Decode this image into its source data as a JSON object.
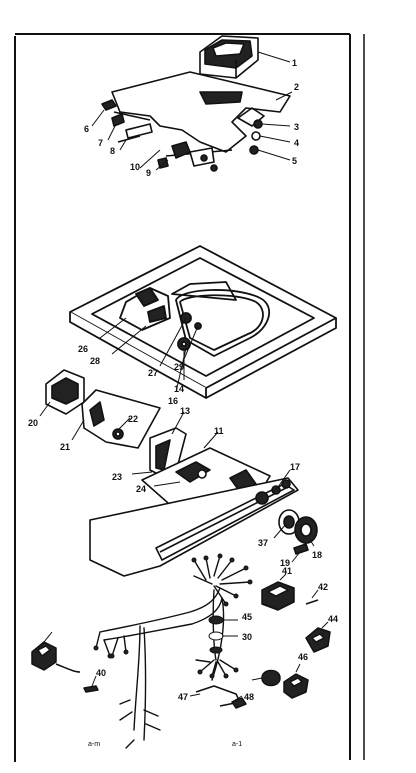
{
  "diagram": {
    "callouts": [
      "1",
      "2",
      "3",
      "4",
      "5",
      "6",
      "7",
      "8",
      "9",
      "10",
      "11",
      "13",
      "14",
      "16",
      "17",
      "18",
      "19",
      "20",
      "21",
      "22",
      "23",
      "24",
      "26",
      "27",
      "28",
      "29",
      "30",
      "37",
      "40",
      "41",
      "42",
      "44",
      "45",
      "46",
      "47",
      "48"
    ],
    "footer_marks": [
      "a-m",
      "a-1"
    ]
  }
}
